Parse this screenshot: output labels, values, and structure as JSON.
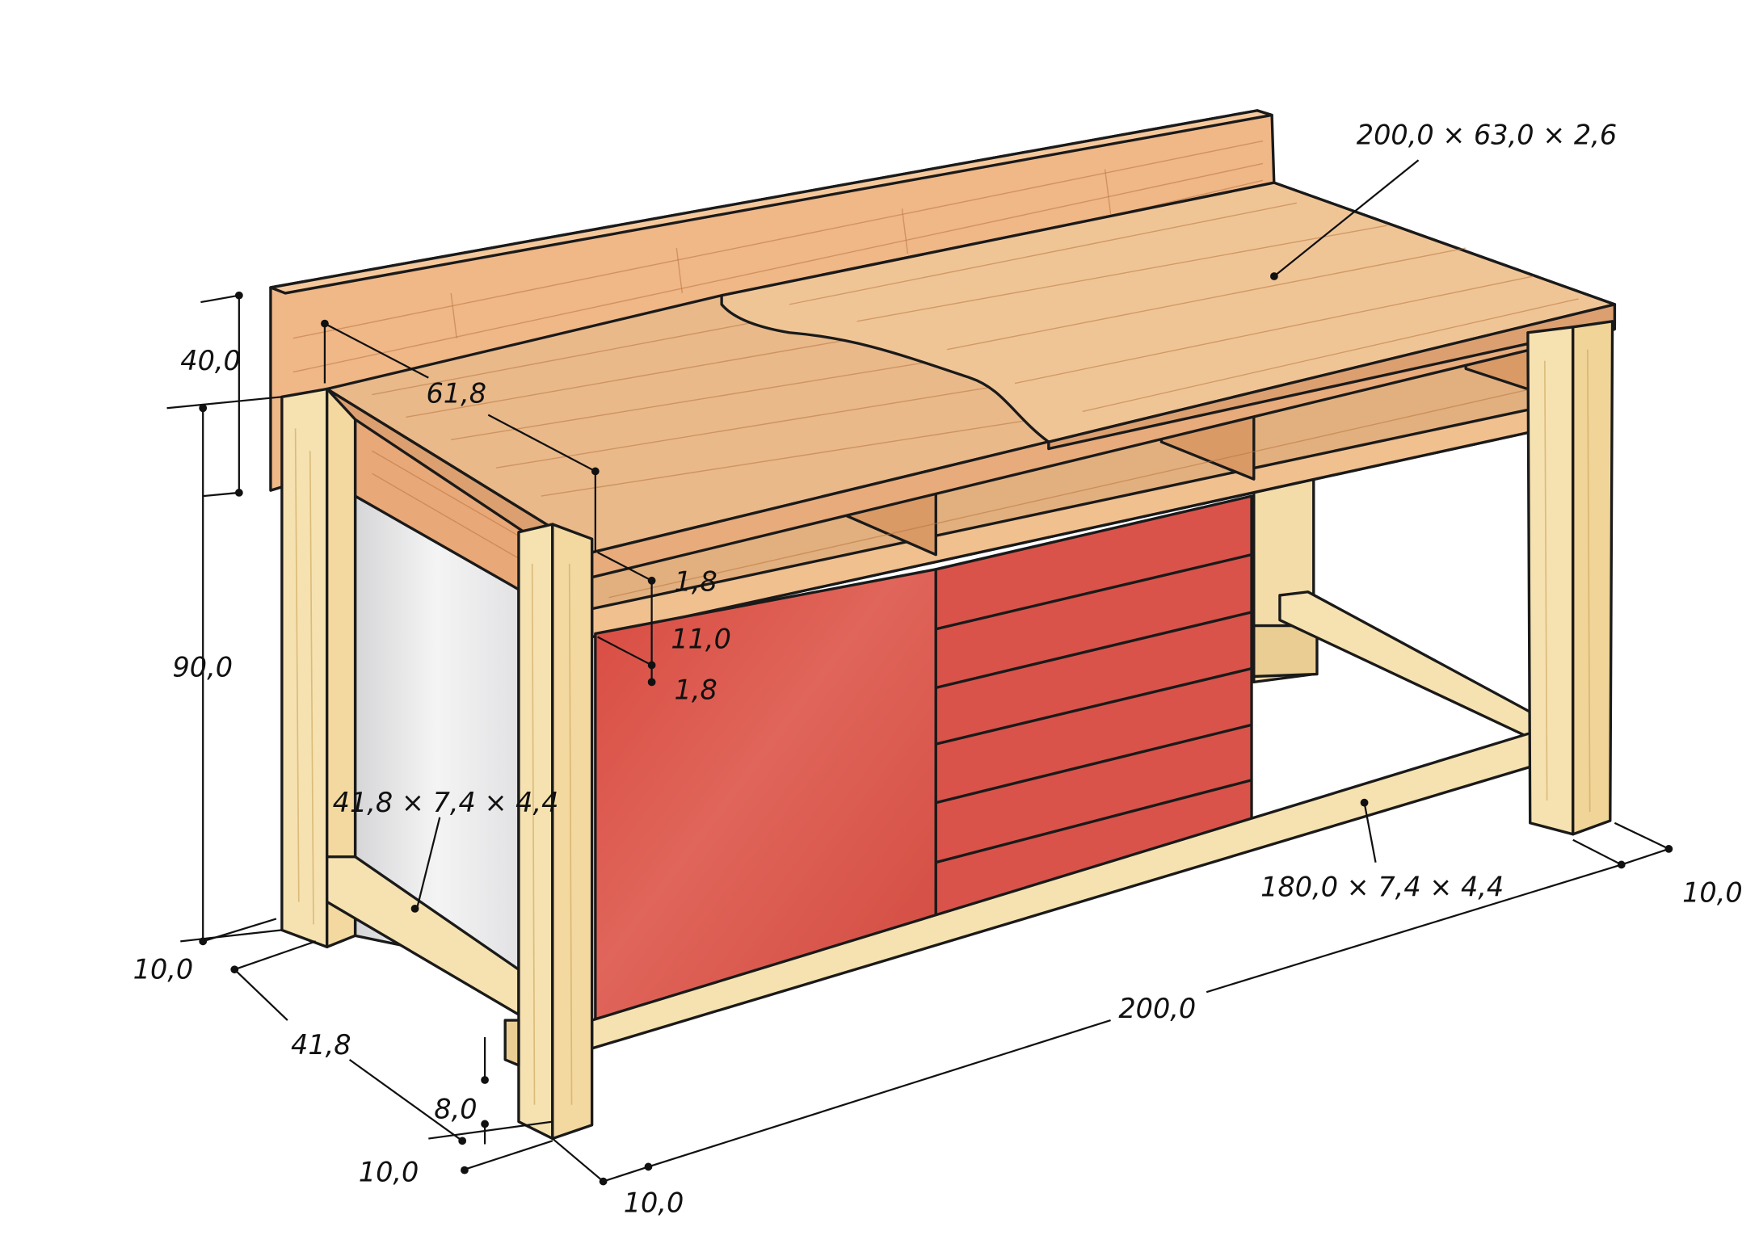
{
  "labels": {
    "worktop": "200,0 × 63,0 × 2,6",
    "backboard_height": "40,0",
    "inner_depth": "61,8",
    "total_height": "90,0",
    "shelf_top": "1,8",
    "shelf_gap": "11,0",
    "shelf_bottom": "1,8",
    "side_rail": "41,8 × 7,4 × 4,4",
    "front_rail": "180,0 × 7,4 × 4,4",
    "leg_left_back": "10,0",
    "side_depth": "41,8",
    "foot_height": "8,0",
    "leg_front_depth": "10,0",
    "leg_front_width": "10,0",
    "total_width": "200,0",
    "leg_right": "10,0"
  },
  "colors": {
    "wood_top": "#e8b487",
    "wood_light": "#f6e2b0",
    "red_front": "#d9534a",
    "side_panel": "#e9e9ea",
    "outline": "#1a1a1a"
  }
}
